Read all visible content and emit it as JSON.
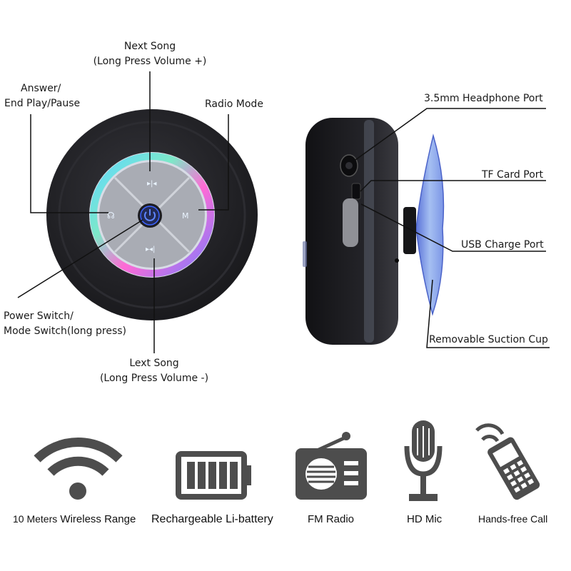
{
  "callouts": {
    "next_song": "Next Song",
    "next_song_sub": "(Long Press Volume +)",
    "answer": "Answer/",
    "answer_sub": "End Play/Pause",
    "radio_mode": "Radio Mode",
    "power": "Power Switch/",
    "power_sub": "Mode Switch(long press)",
    "lext_song": "Lext Song",
    "lext_song_sub": "(Long Press Volume -)",
    "headphone_port": "3.5mm Headphone Port",
    "tf_card_port": "TF Card Port",
    "usb_charge_port": "USB Charge Port",
    "suction_cup": "Removable Suction Cup"
  },
  "features": [
    {
      "icon": "wifi-icon",
      "label_a": "10 Meters",
      "label_b": "Wireless Range"
    },
    {
      "icon": "battery-icon",
      "label": "Rechargeable Li-battery"
    },
    {
      "icon": "radio-icon",
      "label": "FM Radio"
    },
    {
      "icon": "microphone-icon",
      "label": "HD Mic"
    },
    {
      "icon": "mobile-phone-icon",
      "label": "Hands-free Call"
    }
  ],
  "colors": {
    "icon_gray": "#4d4d4d",
    "speaker_body": "#1e1e22",
    "suction_cup": "#6f8fe0"
  }
}
